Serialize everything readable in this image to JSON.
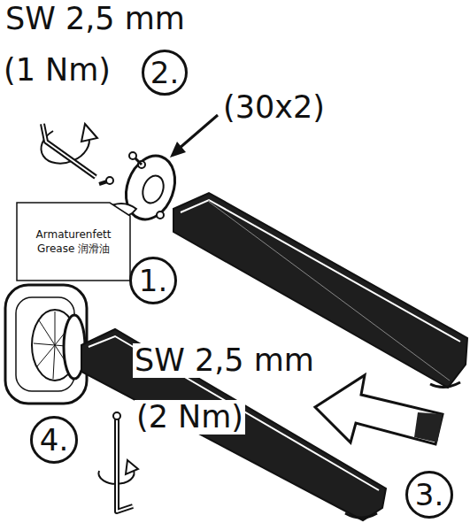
{
  "diagram": {
    "nodes": [
      {
        "text": [
          "2."
        ]
      },
      {
        "text": [
          "Armaturenfett Grease 润滑油"
        ]
      },
      {
        "text": [
          "1."
        ]
      },
      {
        "text": [
          "4."
        ]
      },
      {
        "text": [
          "3."
        ]
      }
    ],
    "labels": [
      "SW 2,5 mm",
      "(1 Nm)",
      "(30x2)",
      "SW 2,5 mm",
      "(2 Nm)"
    ]
  }
}
